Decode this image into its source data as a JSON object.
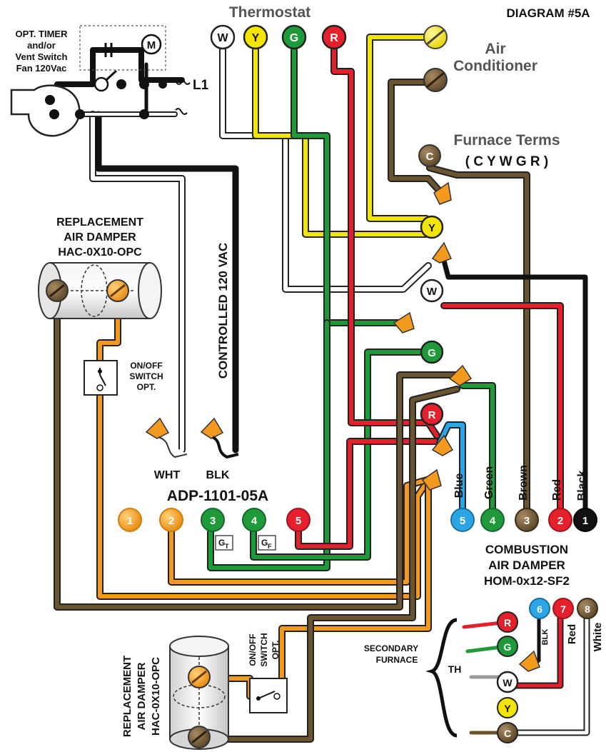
{
  "header": {
    "thermostat": "Thermostat",
    "diagram_id": "DIAGRAM #5A"
  },
  "thermostat_terminals": [
    "W",
    "Y",
    "G",
    "R"
  ],
  "timer": {
    "line1": "OPT. TIMER",
    "line2": "and/or",
    "line3": "Vent Switch",
    "line4": "Fan 120Vac",
    "motor": "M",
    "l1": "L1"
  },
  "air_conditioner": {
    "line1": "Air",
    "line2": "Conditioner"
  },
  "furnace": {
    "title": "Furnace Terms",
    "terms": "( C Y W G R )",
    "c": "C",
    "y": "Y",
    "w": "W",
    "g": "G",
    "r": "R"
  },
  "replacement_damper_top": {
    "line1": "REPLACEMENT",
    "line2": "AIR DAMPER",
    "line3": "HAC-0X10-OPC"
  },
  "switch_top": {
    "line1": "ON/OFF",
    "line2": "SWITCH",
    "line3": "OPT."
  },
  "controlled": "CONTROLLED 120 VAC",
  "adp": {
    "wht": "WHT",
    "blk": "BLK",
    "model": "ADP-1101-05A",
    "terminals": [
      "1",
      "2",
      "3",
      "4",
      "5"
    ],
    "gt_main": "G",
    "gt_sub": "T",
    "gf_main": "G",
    "gf_sub": "F"
  },
  "combustion": {
    "wires": [
      "Blue",
      "Green",
      "Brown",
      "Red",
      "Black"
    ],
    "terminals": [
      "5",
      "4",
      "3",
      "2",
      "1"
    ],
    "line1": "COMBUSTION",
    "line2": "AIR DAMPER",
    "line3": "HOM-0x12-SF2"
  },
  "secondary": {
    "line1": "SECONDARY",
    "line2": "FURNACE",
    "th": "TH",
    "r": "R",
    "g": "G",
    "w": "W",
    "y": "Y",
    "c": "C",
    "t6": "6",
    "t7": "7",
    "t8": "8",
    "blk": "BLK",
    "red": "Red",
    "white": "White"
  },
  "replacement_damper_bottom": {
    "line1": "REPLACEMENT",
    "line2": "AIR DAMPER",
    "line3": "HAC-0X10-OPC"
  },
  "switch_bottom": {
    "line1": "ON/OFF",
    "line2": "SWITCH",
    "line3": "OPT."
  },
  "colors": {
    "white_wire": "#ffffff",
    "yellow": "#f2e600",
    "green": "#1f9a3a",
    "red": "#e3202c",
    "brown": "#6b5530",
    "black": "#111111",
    "orange": "#f39a1e",
    "blue": "#2aa6e6"
  }
}
